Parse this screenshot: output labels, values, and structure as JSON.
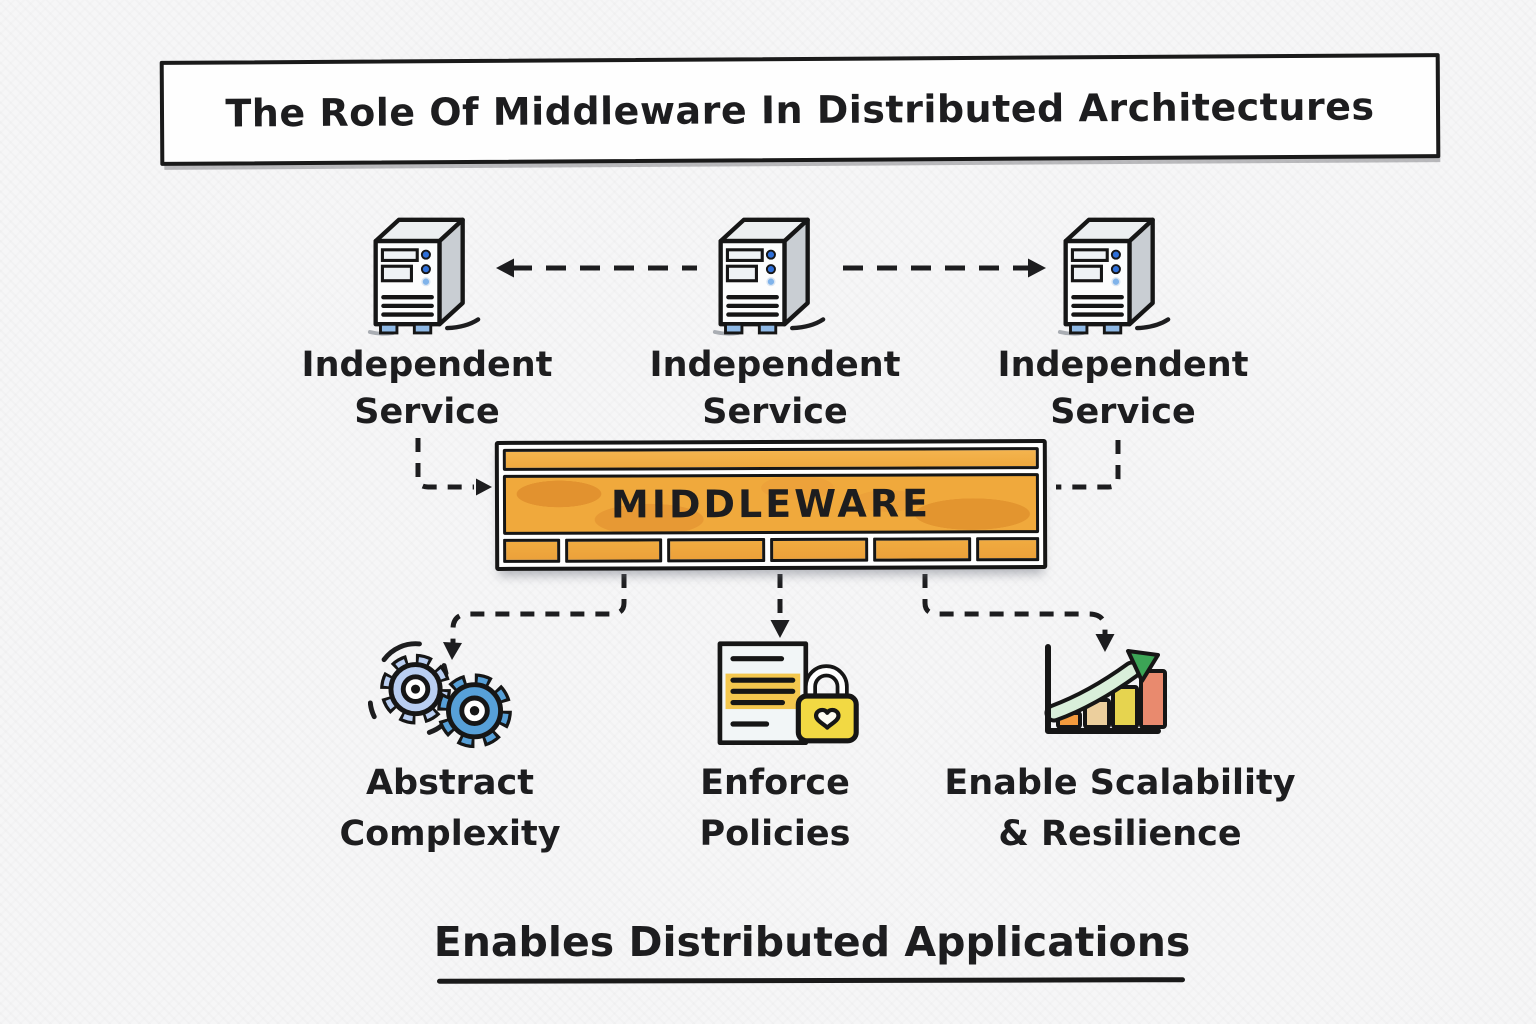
{
  "title": "The Role Of Middleware In Distributed Architectures",
  "services": [
    {
      "icon": "server-icon",
      "line1": "Independent",
      "line2": "Service"
    },
    {
      "icon": "server-icon",
      "line1": "Independent",
      "line2": "Service"
    },
    {
      "icon": "server-icon",
      "line1": "Independent",
      "line2": "Service"
    }
  ],
  "middleware": {
    "label": "MIDDLEWARE"
  },
  "benefits": [
    {
      "icon": "gears-icon",
      "line1": "Abstract",
      "line2": "Complexity"
    },
    {
      "icon": "policy-document-lock-icon",
      "line1": "Enforce",
      "line2": "Policies"
    },
    {
      "icon": "growth-chart-icon",
      "line1": "Enable Scalability",
      "line2": "& Resilience"
    }
  ],
  "conclusion": "Enables Distributed Applications",
  "colors": {
    "ink": "#1d1d1f",
    "background": "#f6f6f7",
    "middleware_orange": "#f0a93c",
    "middleware_orange_dark": "#e2922f",
    "server_side_gray": "#c9ced3",
    "server_led_blue": "#2e6fd8",
    "server_foot_blue": "#8fb9e6",
    "gear_light_blue": "#b9cef1",
    "gear_blue": "#57a0d8",
    "lock_yellow": "#f2d943",
    "document_highlight_yellow": "#f3c445",
    "chart_bar_orange": "#f49b3d",
    "chart_bar_tan": "#eccf9d",
    "chart_bar_yellow": "#e6d44f",
    "chart_bar_salmon": "#e98a6e",
    "growth_arrow_green": "#3ca556",
    "growth_arrow_light_green": "#d9efda"
  }
}
